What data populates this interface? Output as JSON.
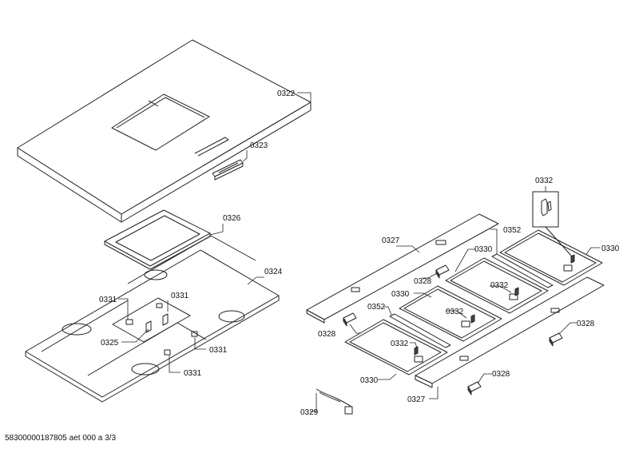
{
  "labels": {
    "p0322": "0322",
    "p0323": "0323",
    "p0326": "0326",
    "p0324": "0324",
    "p0331a": "0331",
    "p0331b": "0331",
    "p0331c": "0331",
    "p0331d": "0331",
    "p0325": "0325",
    "p0327a": "0327",
    "p0327b": "0327",
    "p0332a": "0332",
    "p0332b": "0332",
    "p0332c": "0332",
    "p0332d": "0332",
    "p0352a": "0352",
    "p0352b": "0352",
    "p0330a": "0330",
    "p0330b": "0330",
    "p0330c": "0330",
    "p0330d": "0330",
    "p0328a": "0328",
    "p0328b": "0328",
    "p0328c": "0328",
    "p0328d": "0328",
    "p0329": "0329"
  },
  "footer": {
    "document_number": "58300000187805 aet 000 a 3/3"
  }
}
